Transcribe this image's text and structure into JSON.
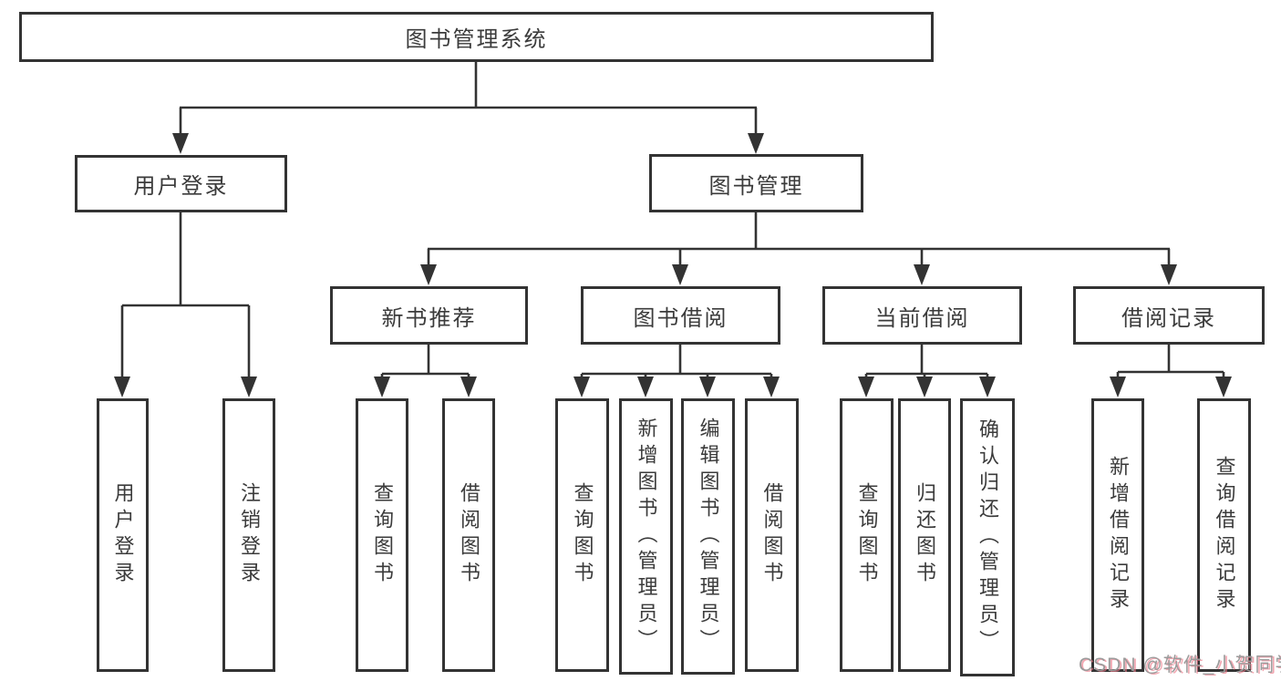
{
  "diagram": {
    "root": "图书管理系统",
    "level1": {
      "user_login": "用户登录",
      "book_mgmt": "图书管理"
    },
    "level2": {
      "new_books": "新书推荐",
      "borrowing": "图书借阅",
      "current": "当前借阅",
      "records": "借阅记录"
    },
    "leaves": {
      "user_login": "用户登录",
      "logout": "注销登录",
      "nb_query": "查询图书",
      "nb_borrow": "借阅图书",
      "bb_query": "查询图书",
      "bb_add": "新增图书（管理员）",
      "bb_edit": "编辑图书（管理员）",
      "bb_borrow": "借阅图书",
      "cb_query": "查询图书",
      "cb_return": "归还图书",
      "cb_confirm": "确认归还（管理员）",
      "rec_add": "新增借阅记录",
      "rec_query": "查询借阅记录"
    }
  },
  "colors": {
    "line": "#333333",
    "text": "#3b3b3b",
    "watermark_gray": "#9b9b9b",
    "watermark_pink": "#eb7887"
  },
  "watermark": "CSDN @软件_小贺同学"
}
